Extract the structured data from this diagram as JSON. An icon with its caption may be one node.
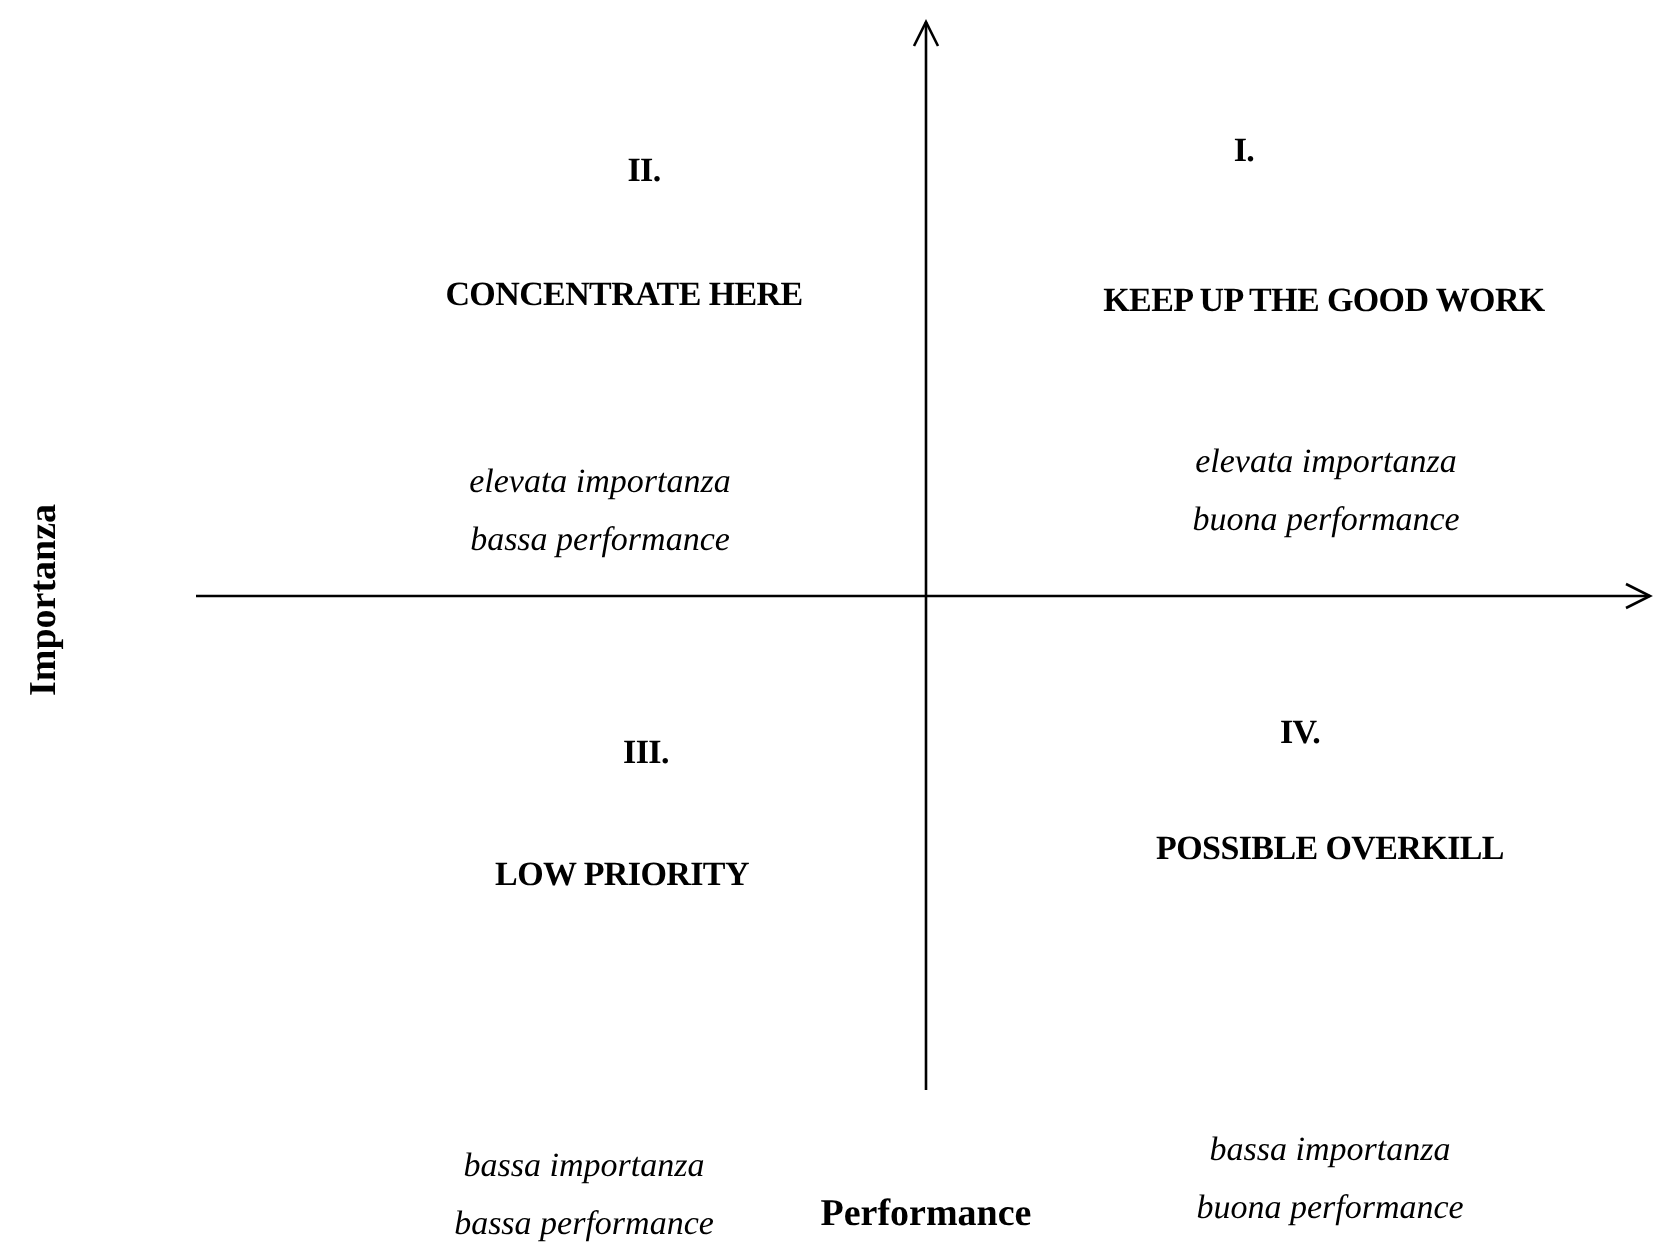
{
  "diagram": {
    "labels": [
      "II.",
      "I.",
      "CONCENTRATE HERE",
      "KEEP UP THE GOOD WORK",
      "elevata importanza bassa performance",
      "elevata importanza buona performance",
      "Importanza",
      "III.",
      "IV.",
      "LOW PRIORITY",
      "POSSIBLE OVERKILL",
      "bassa importanza bassa performance",
      "bassa importanza buona performance",
      "Performance"
    ]
  }
}
